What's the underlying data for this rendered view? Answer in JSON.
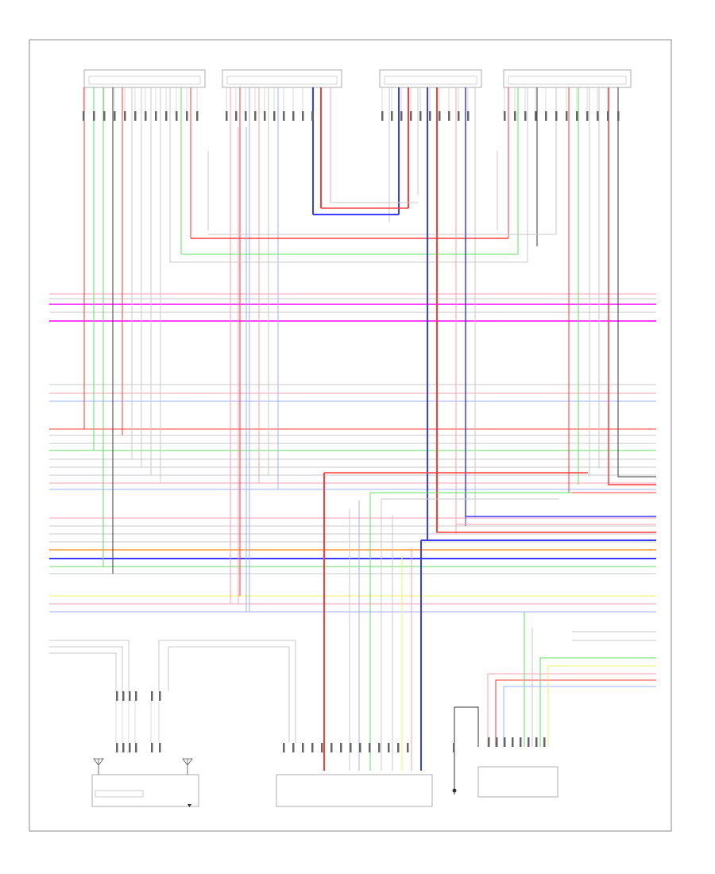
{
  "colors": {
    "red": "#ff3b3b",
    "pink": "#f7a0b0",
    "green": "#5fe05f",
    "blue": "#3b3bff",
    "lightblue": "#9fb0ff",
    "magenta": "#ff40ff",
    "orange": "#ffb060",
    "yellow": "#f0f060",
    "black": "#3a3a3a",
    "gray": "#c8c8c8",
    "frame": "#888888"
  },
  "components": [
    {
      "id": "rr-speaker-lh",
      "label": "",
      "sublabel": ""
    },
    {
      "id": "rr-speaker-rh",
      "label": "",
      "sublabel": ""
    },
    {
      "id": "fr-speaker-lh",
      "label": "",
      "sublabel": ""
    },
    {
      "id": "fr-speaker-rh",
      "label": "",
      "sublabel": ""
    },
    {
      "id": "radio-antenna",
      "label": "",
      "sublabel": ""
    },
    {
      "id": "audio-unit",
      "label": "",
      "sublabel": ""
    },
    {
      "id": "hands-free-unit",
      "label": "",
      "sublabel": ""
    }
  ],
  "footer": ""
}
